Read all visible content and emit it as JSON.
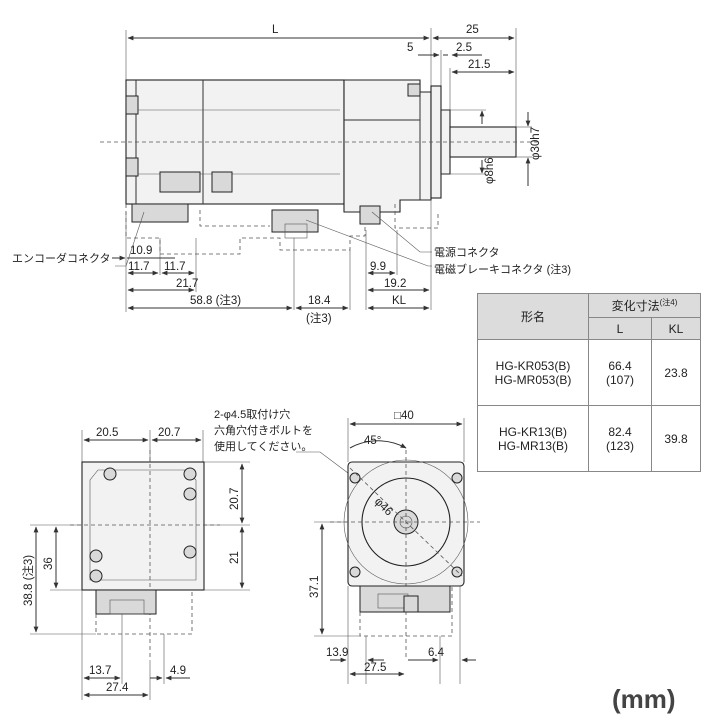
{
  "side_view": {
    "dims": {
      "L": "L",
      "d25": "25",
      "d5": "5",
      "d2_5": "2.5",
      "d21_5": "21.5",
      "phi30h7": "φ30h7",
      "phi8h6": "φ8h6",
      "d10_9": "10.9",
      "d11_7a": "11.7",
      "d11_7b": "11.7",
      "d21_7": "21.7",
      "d58_8": "58.8 (注3)",
      "d18_4": "18.4",
      "d18_4_note": "(注3)",
      "d9_9": "9.9",
      "d19_2": "19.2",
      "KL": "KL"
    },
    "labels": {
      "encoder_connector": "エンコーダコネクタ",
      "power_connector": "電源コネクタ",
      "brake_connector": "電磁ブレーキコネクタ (注3)"
    }
  },
  "rear_view": {
    "dims": {
      "d20_5": "20.5",
      "d20_7_top": "20.7",
      "d20_7_side": "20.7",
      "d21": "21",
      "d36": "36",
      "d38_8": "38.8 (注3)",
      "d13_7": "13.7",
      "d4_9": "4.9",
      "d27_4": "27.4"
    }
  },
  "front_view": {
    "note_lines": [
      "2-φ4.5取付け穴",
      "六角穴付きボルトを",
      "使用してください。"
    ],
    "dims": {
      "sq40": "□40",
      "deg45": "45°",
      "phi46": "φ46",
      "d37_1": "37.1",
      "d13_9": "13.9",
      "d6_4": "6.4",
      "d27_5": "27.5"
    }
  },
  "spec_table": {
    "col_model": "形名",
    "col_var": "変化寸法",
    "col_var_note": "(注4)",
    "col_L": "L",
    "col_KL": "KL",
    "rows": [
      {
        "model1": "HG-KR053(B)",
        "model2": "HG-MR053(B)",
        "L1": "66.4",
        "L2": "(107)",
        "KL": "23.8"
      },
      {
        "model1": "HG-KR13(B)",
        "model2": "HG-MR13(B)",
        "L1": "82.4",
        "L2": "(123)",
        "KL": "39.8"
      }
    ]
  },
  "unit": "(mm)"
}
